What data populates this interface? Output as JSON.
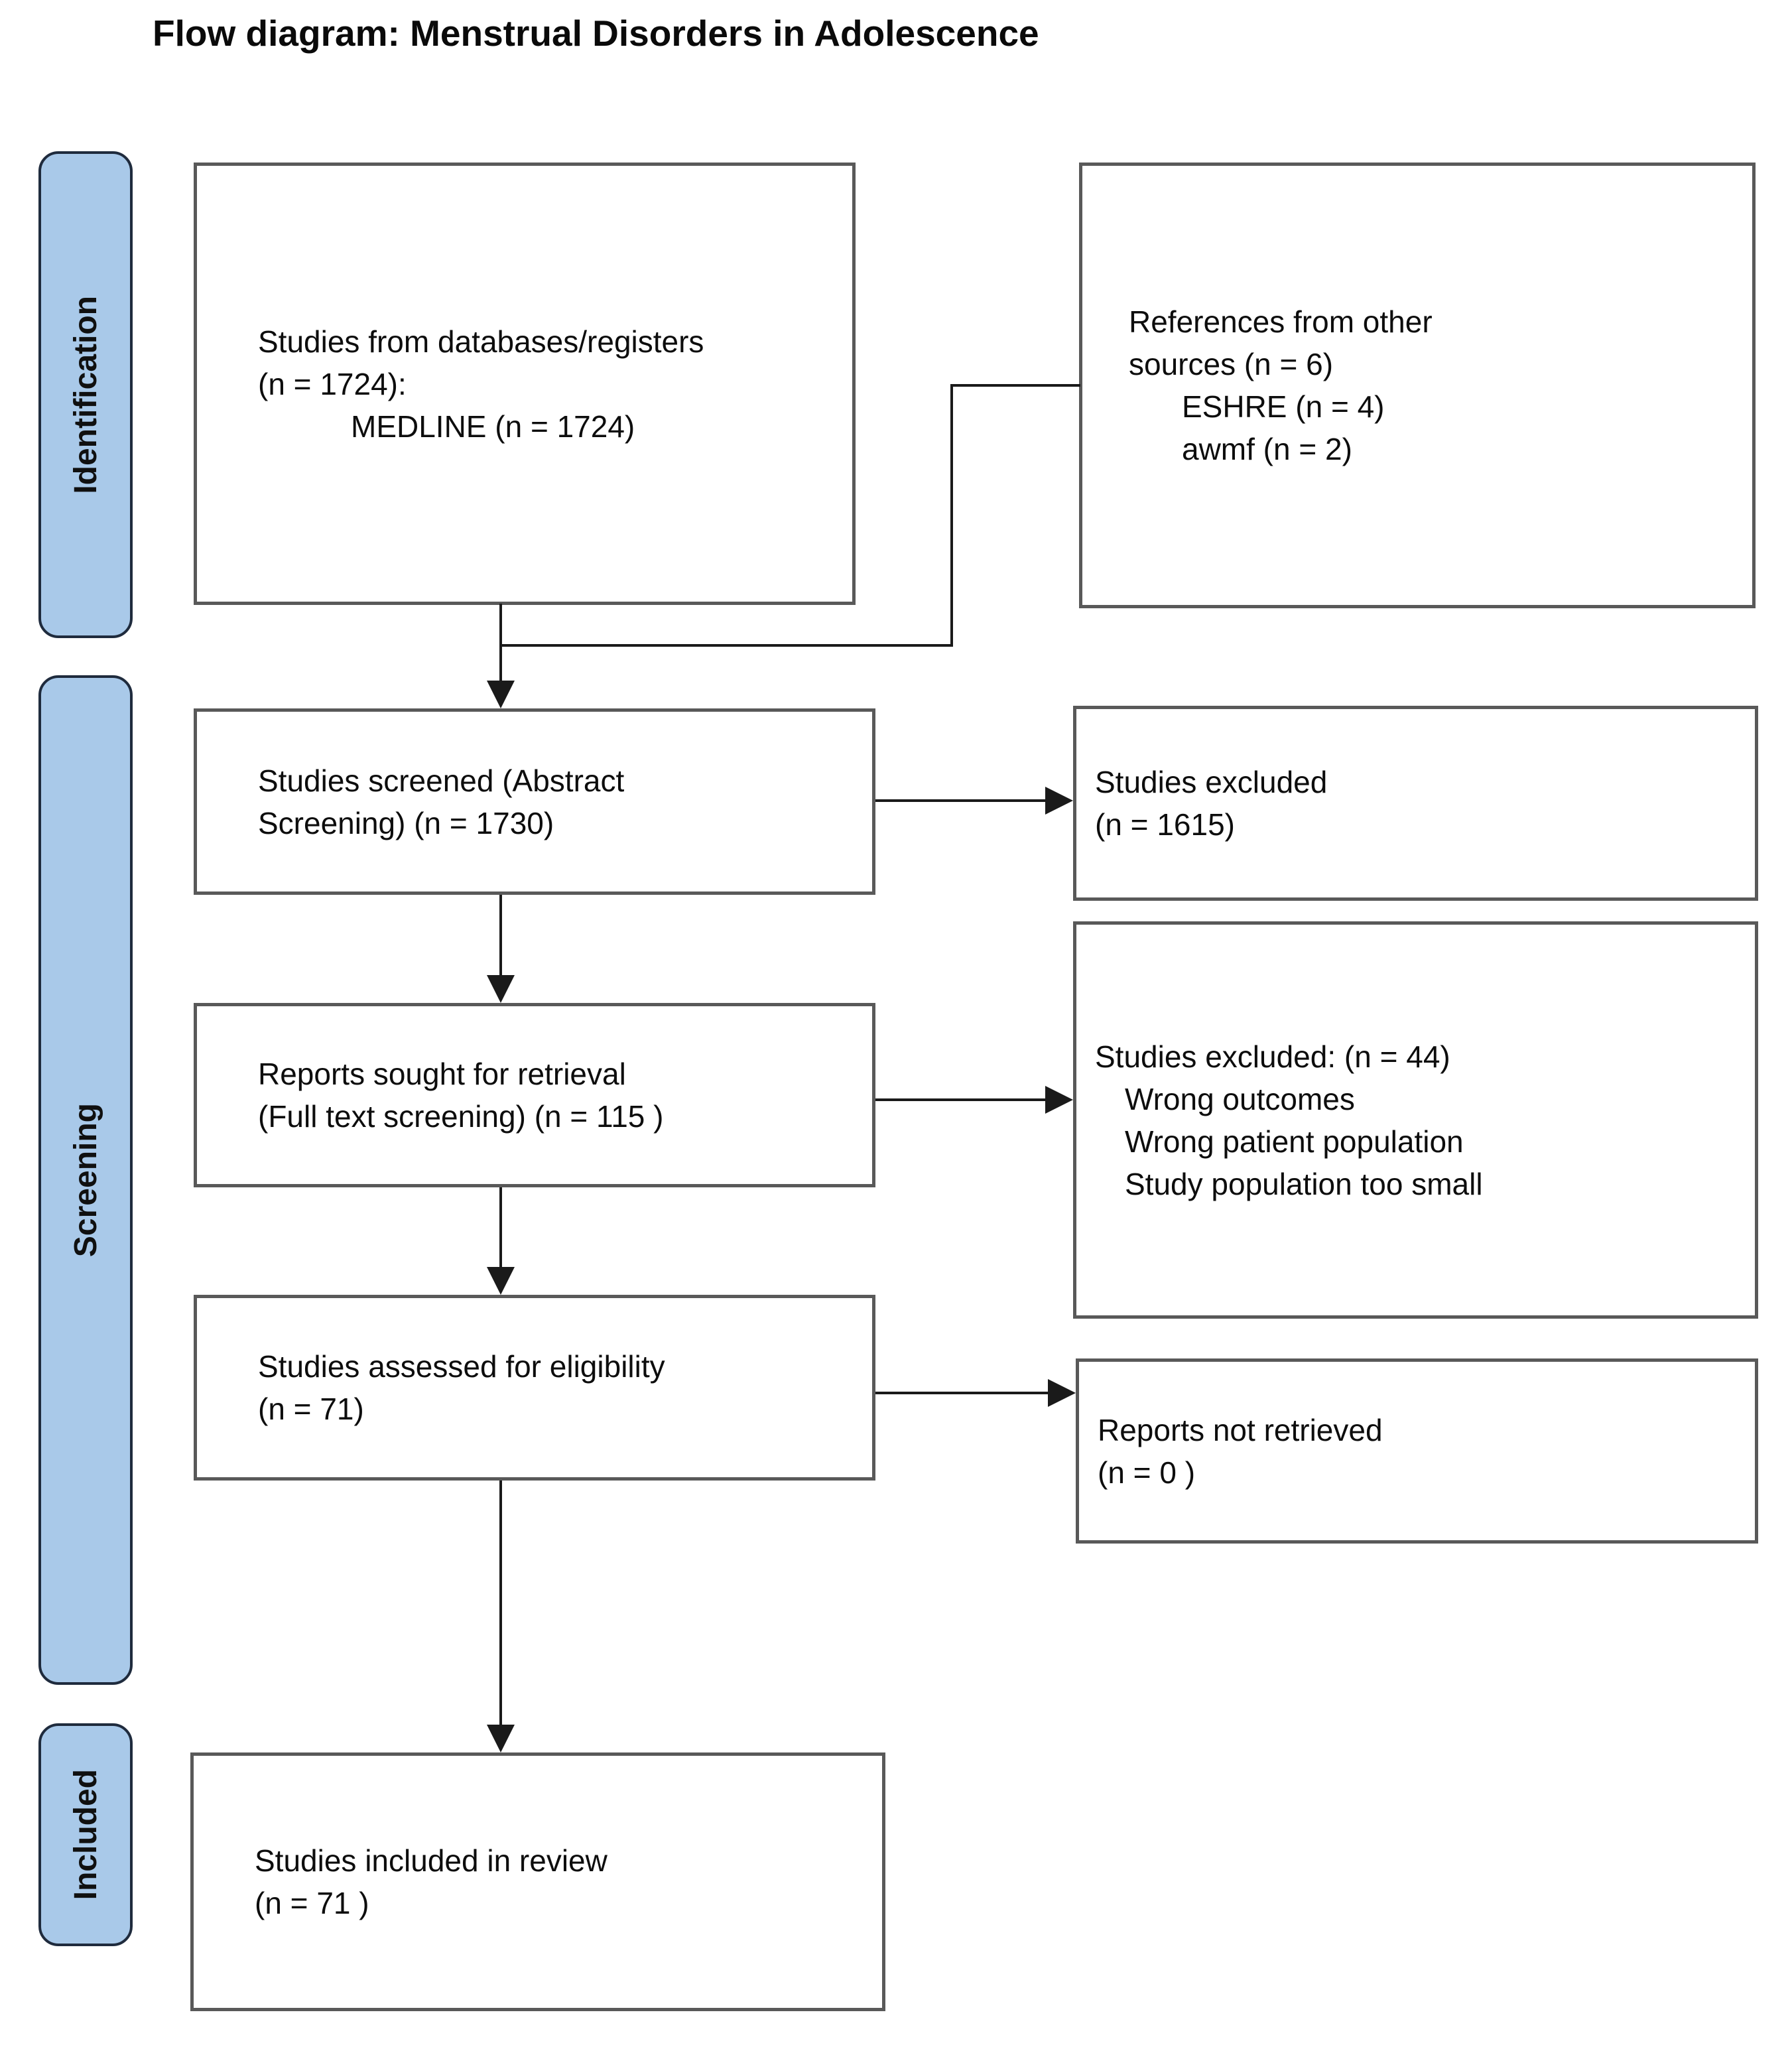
{
  "title": "Flow diagram: Menstrual Disorders in Adolescence",
  "stages": {
    "identification": "Identification",
    "screening": "Screening",
    "included": "Included"
  },
  "boxes": {
    "databases": {
      "lines": [
        "Studies from databases/registers",
        "(n = 1724):",
        "MEDLINE (n = 1724)"
      ]
    },
    "other_sources": {
      "lines": [
        "References from other",
        "sources (n = 6)",
        "ESHRE (n = 4)",
        "awmf (n = 2)"
      ]
    },
    "screened": {
      "lines": [
        "Studies screened (Abstract",
        "Screening) (n = 1730)"
      ]
    },
    "excluded_abstract": {
      "lines": [
        "Studies excluded",
        "(n = 1615)"
      ]
    },
    "sought_retrieval": {
      "lines": [
        "Reports sought for retrieval",
        "(Full text screening) (n = 115 )"
      ]
    },
    "excluded_fulltext": {
      "lines": [
        "Studies excluded: (n = 44)",
        "Wrong outcomes",
        "Wrong patient population",
        "Study population too small"
      ]
    },
    "assessed": {
      "lines": [
        "Studies assessed for eligibility",
        "(n = 71)"
      ]
    },
    "not_retrieved": {
      "lines": [
        "Reports not retrieved",
        "(n = 0 )"
      ]
    },
    "included_review": {
      "lines": [
        "Studies included in review",
        "(n = 71 )"
      ]
    }
  },
  "colors": {
    "stage_fill": "#A9C9E9",
    "stage_border": "#1F2B3D",
    "box_border": "#595959",
    "connector": "#1A1A1A",
    "text": "#0D0D0D",
    "background": "#FFFFFF"
  }
}
